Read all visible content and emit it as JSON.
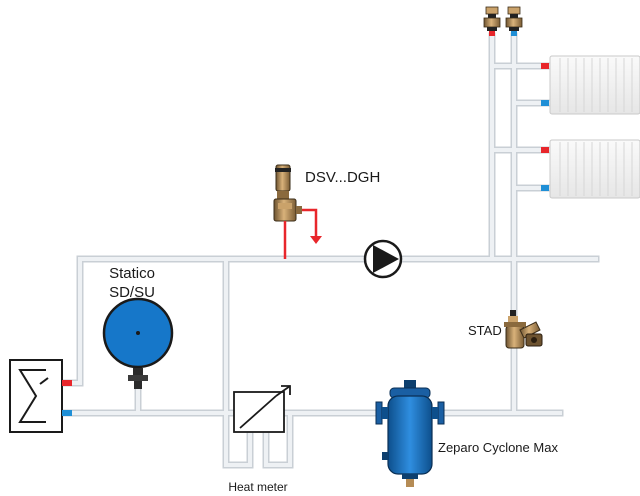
{
  "labels": {
    "valve_dsv": "DSV...DGH",
    "vessel_line1": "Statico",
    "vessel_line2": "SD/SU",
    "stad": "STAD",
    "separator": "Zeparo Cyclone Max",
    "heat_meter": "Heat meter"
  },
  "colors": {
    "pipe": "#e8ebee",
    "pipe_edge": "#c7cdd3",
    "flow_red": "#e8262b",
    "return_blue": "#1f8fd6",
    "vessel_blue": "#1677c9",
    "brass": "#b58c55",
    "dark": "#1a1a1a"
  },
  "icons": {
    "boiler": "boiler-icon",
    "pump": "pump-icon",
    "expansion_vessel": "expansion-vessel-icon",
    "heat_meter": "heat-meter-icon",
    "separator": "dirt-separator-icon",
    "balancing_valve": "balancing-valve-icon",
    "pressure_valve": "differential-pressure-valve-icon",
    "radiator": "radiator-icon",
    "air_vent": "air-vent-icon"
  }
}
